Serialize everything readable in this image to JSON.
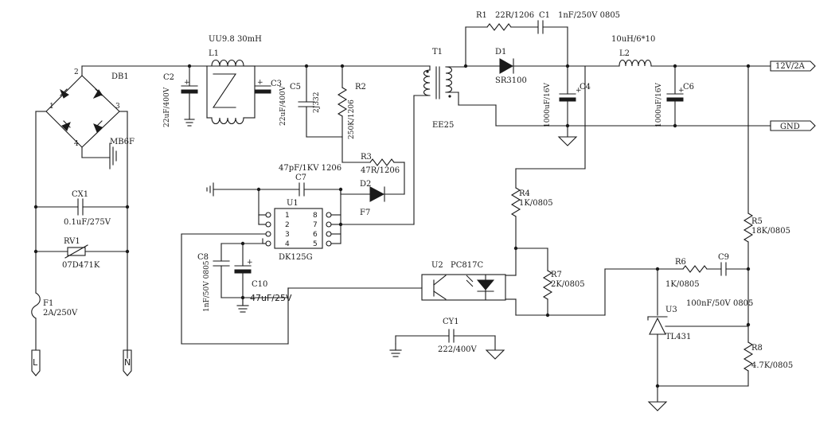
{
  "labels": {
    "r1": "R1",
    "r1_val": "22R/1206",
    "c1": "C1",
    "c1_val": "1nF/250V 0805",
    "l1_core": "UU9.8 30mH",
    "l1": "L1",
    "t1": "T1",
    "d1": "D1",
    "d1_val": "SR3100",
    "l2_val": "10uH/6*10",
    "l2": "L2",
    "out_pos": "12V/2A",
    "out_gnd": "GND",
    "db1": "DB1",
    "db_part": "MB6F",
    "c2": "C2",
    "c2_val": "22uF/400V",
    "c3": "C3",
    "c5": "C5",
    "c5_val": "2J332",
    "c3_val": "22uF/400V",
    "r2": "R2",
    "r2_val": "250K/1206",
    "c4": "C4",
    "c4_val": "1000uF/16V",
    "c6": "C6",
    "c6_val": "1000uF/16V",
    "t1_type": "EE25",
    "r3": "R3",
    "r3_val": "47R/1206",
    "c7_val": "47pF/1KV 1206",
    "c7": "C7",
    "d2": "D2",
    "d2_val": "F7",
    "u1": "U1",
    "u1_part": "DK125G",
    "cx1": "CX1",
    "cx1_val": "0.1uF/275V",
    "rv1": "RV1",
    "rv1_val": "07D471K",
    "f1": "F1",
    "f1_val": "2A/250V",
    "c8": "C8",
    "c8_val": "1nF/50V 0805",
    "c10": "C10",
    "c10_val": "47uF/25V",
    "u2": "U2",
    "u2_part": "PC817C",
    "cy1": "CY1",
    "cy1_val": "222/400V",
    "r4": "R4",
    "r4_val": "1K/0805",
    "r5": "R5",
    "r5_val": "18K/0805",
    "r6": "R6",
    "r6_val": "1K/0805",
    "c9": "C9",
    "c9_val": "100nF/50V 0805",
    "r7": "R7",
    "r7_val": "2K/0805",
    "u3": "U3",
    "u3_part": "TL431",
    "r8": "R8",
    "r8_val": "4.7K/0805",
    "terminal_l": "L",
    "terminal_n": "N",
    "br_pin1": "1",
    "br_pin2": "2",
    "br_pin3": "3",
    "br_pin4": "4",
    "u1_p1": "1",
    "u1_p2": "2",
    "u1_p3": "3",
    "u1_p4": "4",
    "u1_p5": "5",
    "u1_p6": "6",
    "u1_p7": "7",
    "u1_p8": "8",
    "plus": "+"
  }
}
